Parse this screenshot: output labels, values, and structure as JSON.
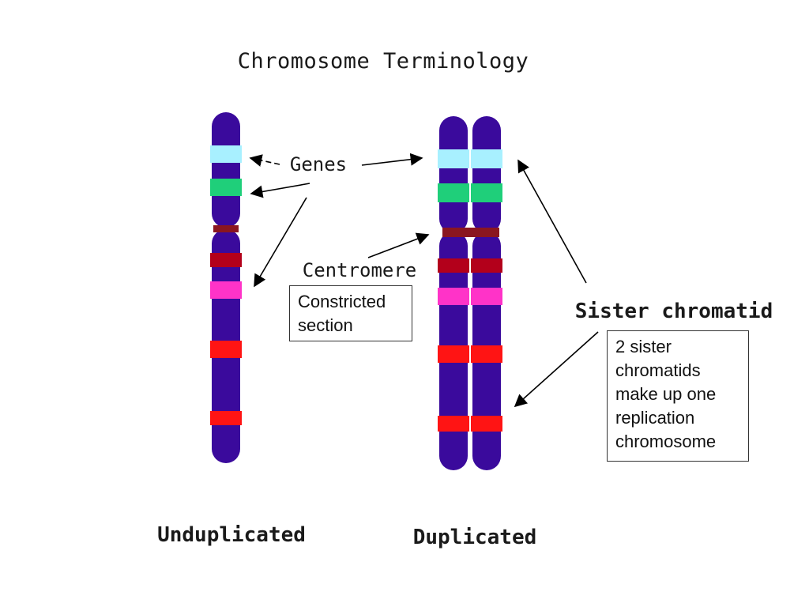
{
  "title": "Chromosome Terminology",
  "labels": {
    "genes": "Genes",
    "centromere": "Centromere",
    "sister_chromatid": "Sister chromatid",
    "unduplicated": "Unduplicated",
    "duplicated": "Duplicated"
  },
  "notes": {
    "constricted": [
      "Constricted",
      "section"
    ],
    "sister": [
      "2 sister",
      "chromatids",
      "make up one",
      "replication",
      "chromosome"
    ]
  },
  "colors": {
    "chromosome_body": "#3a0a9c",
    "gene_light_blue": "#a8f0ff",
    "gene_green": "#1fcf7a",
    "centromere_band": "#8a1620",
    "band_dark_red": "#b3001b",
    "band_magenta": "#ff33c8",
    "band_red": "#ff1414",
    "arrow": "#000000"
  }
}
